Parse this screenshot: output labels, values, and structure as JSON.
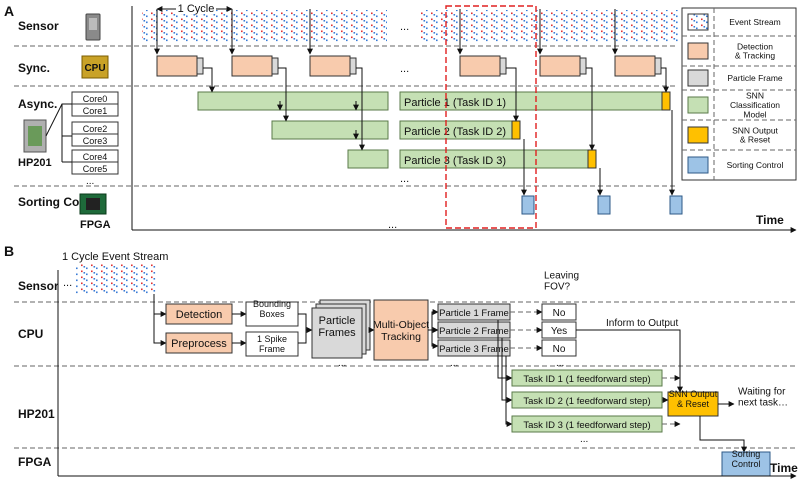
{
  "panelA": {
    "label": "A",
    "rows": [
      "Sensor",
      "Sync.",
      "Async.",
      "Sorting Control"
    ],
    "cycle_label": "1 Cycle",
    "cpu_chip": "CPU",
    "hp201_label": "HP201",
    "fpga_label": "FPGA",
    "cores": [
      "Core0",
      "Core1",
      "Core2",
      "Core3",
      "Core4",
      "Core5"
    ],
    "ellipsis": "...",
    "bars": [
      "Particle 1 (Task ID 1)",
      "Particle 2 (Task ID 2)",
      "Particle 3 (Task ID 3)"
    ],
    "time_label": "Time",
    "legend": [
      {
        "label": "Event Stream",
        "color": "#ffffff"
      },
      {
        "label": "Detection & Tracking",
        "color": "#f8cbad"
      },
      {
        "label": "Particle Frame",
        "color": "#d9d9d9"
      },
      {
        "label": "SNN Classification Model",
        "color": "#c5e0b4"
      },
      {
        "label": "SNN Output & Reset",
        "color": "#ffc000"
      },
      {
        "label": "Sorting Control",
        "color": "#9dc3e6"
      }
    ]
  },
  "panelB": {
    "label": "B",
    "stream_title": "1 Cycle Event Stream",
    "rows": [
      "Sensor",
      "CPU",
      "HP201",
      "FPGA"
    ],
    "detection": "Detection",
    "preprocess": "Preprocess",
    "bounding_boxes": "Bounding Boxes",
    "spike_frame": "1 Spike Frame",
    "particle_frames": "Particle Frames",
    "mot": "Multi-Object Tracking",
    "particle_items": [
      "Particle 1 Frame",
      "Particle 2 Frame",
      "Particle 3 Frame"
    ],
    "leaving_fov": "Leaving FOV?",
    "answers": [
      "No",
      "Yes",
      "No"
    ],
    "inform": "Inform to Output",
    "tasks": [
      "Task ID 1 (1 feedforward step)",
      "Task ID 2 (1 feedforward step)",
      "Task ID 3 (1 feedforward step)"
    ],
    "snn_output": "SNN Output & Reset",
    "waiting": "Waiting for next task…",
    "sorting_control": "Sorting Control",
    "time_label": "Time",
    "ellipsis": "..."
  }
}
